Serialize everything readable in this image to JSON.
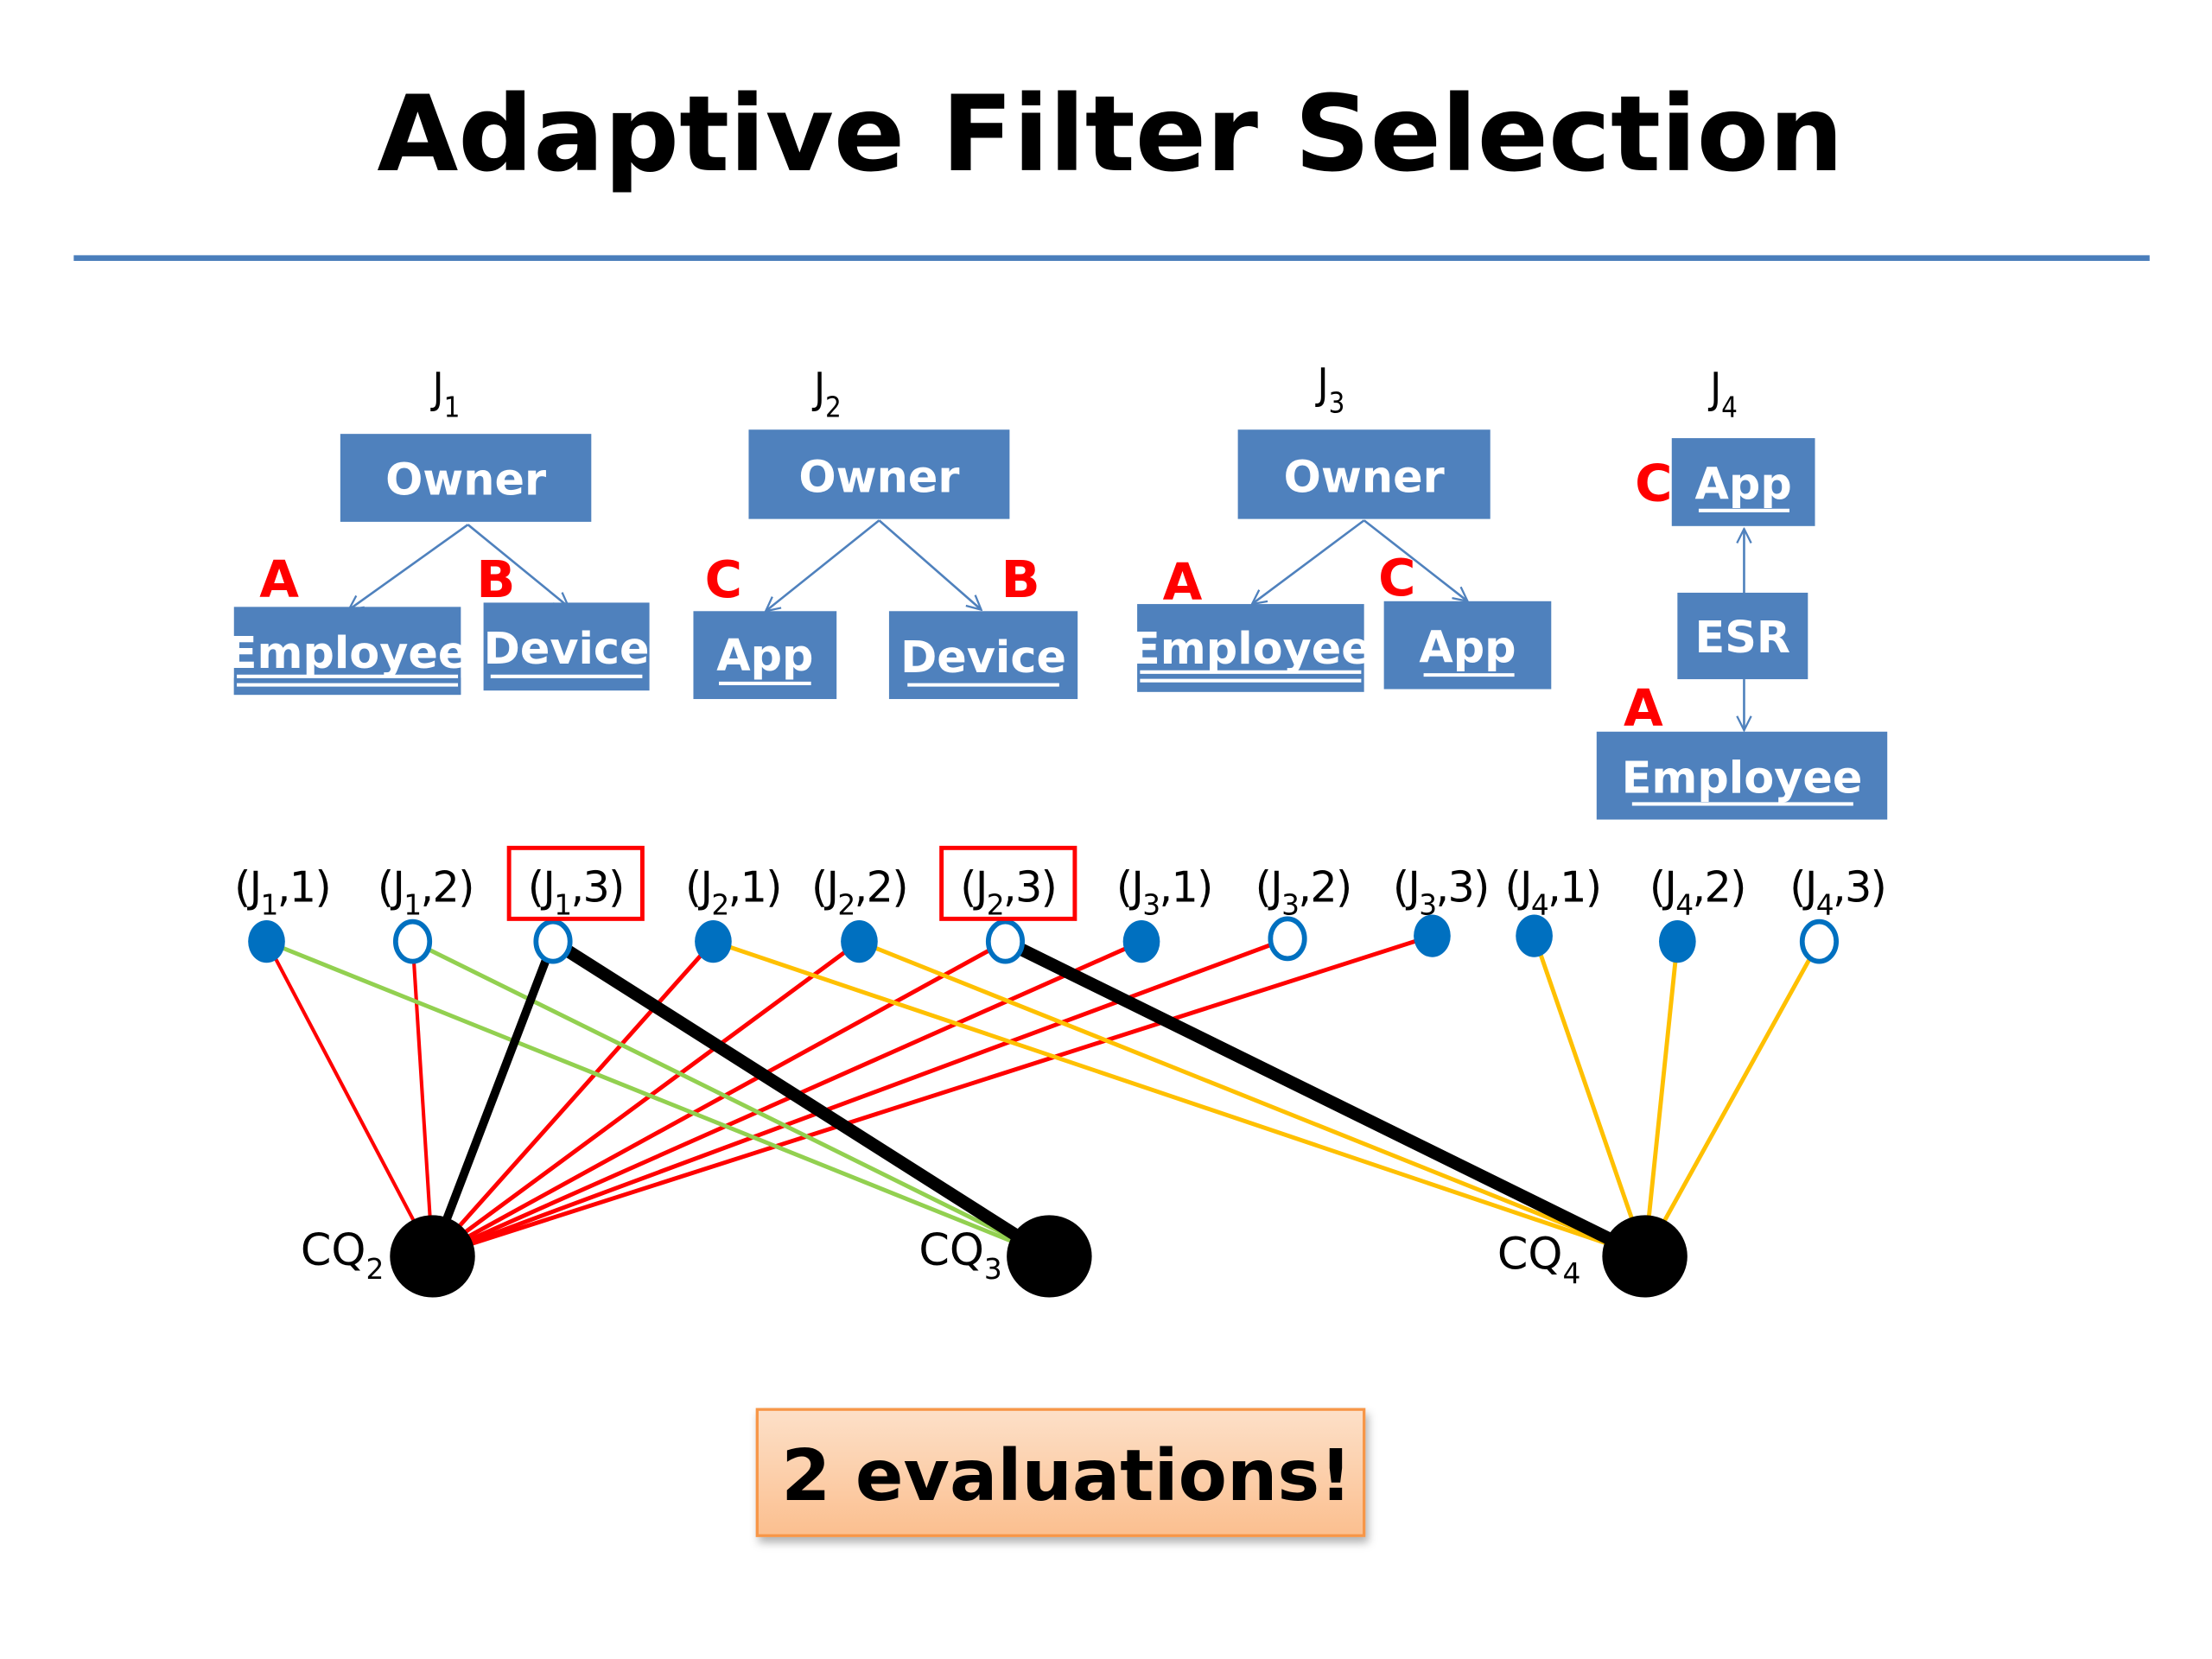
{
  "slide": {
    "title": "Adaptive Filter Selection",
    "divider_color": "#4a7ebb",
    "box_color": "#4f81bd",
    "tag_color": "#ff0000",
    "callout": {
      "text": "2 evaluations!",
      "fill_top": "#fde0c8",
      "fill_bottom": "#fbbf8f",
      "border": "#f79646"
    }
  },
  "join_trees": [
    {
      "id": "J1",
      "label": "J",
      "sub": "1",
      "root": "Owner",
      "children": [
        {
          "tag": "A",
          "name": "Employee",
          "underline": "double"
        },
        {
          "tag": "B",
          "name": "Device",
          "underline": "single"
        }
      ]
    },
    {
      "id": "J2",
      "label": "J",
      "sub": "2",
      "root": "Owner",
      "children": [
        {
          "tag": "C",
          "name": "App",
          "underline": "single"
        },
        {
          "tag": "B",
          "name": "Device",
          "underline": "single"
        }
      ]
    },
    {
      "id": "J3",
      "label": "J",
      "sub": "3",
      "root": "Owner",
      "children": [
        {
          "tag": "A",
          "name": "Employee",
          "underline": "double"
        },
        {
          "tag": "C",
          "name": "App",
          "underline": "single"
        }
      ]
    },
    {
      "id": "J4",
      "label": "J",
      "sub": "4",
      "chain": [
        {
          "tag": "C",
          "name": "App",
          "underline": "single"
        },
        {
          "tag": "",
          "name": "ESR",
          "underline": "none"
        },
        {
          "tag": "A",
          "name": "Employee",
          "underline": "single"
        }
      ]
    }
  ],
  "filter_nodes": [
    {
      "j": "1",
      "k": "1",
      "filled": true,
      "selected": false
    },
    {
      "j": "1",
      "k": "2",
      "filled": false,
      "selected": false
    },
    {
      "j": "1",
      "k": "3",
      "filled": false,
      "selected": true
    },
    {
      "j": "2",
      "k": "1",
      "filled": true,
      "selected": false
    },
    {
      "j": "2",
      "k": "2",
      "filled": true,
      "selected": false
    },
    {
      "j": "2",
      "k": "3",
      "filled": false,
      "selected": true
    },
    {
      "j": "3",
      "k": "1",
      "filled": true,
      "selected": false
    },
    {
      "j": "3",
      "k": "2",
      "filled": false,
      "selected": false
    },
    {
      "j": "3",
      "k": "3",
      "filled": true,
      "selected": false
    },
    {
      "j": "4",
      "k": "1",
      "filled": true,
      "selected": false
    },
    {
      "j": "4",
      "k": "2",
      "filled": true,
      "selected": false
    },
    {
      "j": "4",
      "k": "3",
      "filled": false,
      "selected": false
    }
  ],
  "query_nodes": [
    {
      "id": "CQ2",
      "label": "CQ",
      "sub": "2"
    },
    {
      "id": "CQ3",
      "label": "CQ",
      "sub": "3"
    },
    {
      "id": "CQ4",
      "label": "CQ",
      "sub": "4"
    }
  ],
  "edges": [
    {
      "from": 0,
      "to": "CQ2",
      "color": "#ff0000",
      "evaluated": false
    },
    {
      "from": 1,
      "to": "CQ2",
      "color": "#ff0000",
      "evaluated": false
    },
    {
      "from": 2,
      "to": "CQ2",
      "color": "#ff0000",
      "evaluated": true
    },
    {
      "from": 3,
      "to": "CQ2",
      "color": "#ff0000",
      "evaluated": false
    },
    {
      "from": 4,
      "to": "CQ2",
      "color": "#ff0000",
      "evaluated": false
    },
    {
      "from": 5,
      "to": "CQ2",
      "color": "#ff0000",
      "evaluated": false
    },
    {
      "from": 6,
      "to": "CQ2",
      "color": "#ff0000",
      "evaluated": false
    },
    {
      "from": 7,
      "to": "CQ2",
      "color": "#ff0000",
      "evaluated": false
    },
    {
      "from": 8,
      "to": "CQ2",
      "color": "#ff0000",
      "evaluated": false
    },
    {
      "from": 0,
      "to": "CQ3",
      "color": "#92d050",
      "evaluated": false
    },
    {
      "from": 1,
      "to": "CQ3",
      "color": "#92d050",
      "evaluated": false
    },
    {
      "from": 2,
      "to": "CQ3",
      "color": "#92d050",
      "evaluated": true
    },
    {
      "from": 3,
      "to": "CQ4",
      "color": "#ffc000",
      "evaluated": false
    },
    {
      "from": 4,
      "to": "CQ4",
      "color": "#ffc000",
      "evaluated": false
    },
    {
      "from": 5,
      "to": "CQ4",
      "color": "#ffc000",
      "evaluated": true
    },
    {
      "from": 9,
      "to": "CQ4",
      "color": "#ffc000",
      "evaluated": false
    },
    {
      "from": 10,
      "to": "CQ4",
      "color": "#ffc000",
      "evaluated": false
    },
    {
      "from": 11,
      "to": "CQ4",
      "color": "#ffc000",
      "evaluated": false
    }
  ],
  "node_colors": {
    "filter": "#0070c0",
    "query": "#000000",
    "evaluated_edge": "#000000"
  }
}
